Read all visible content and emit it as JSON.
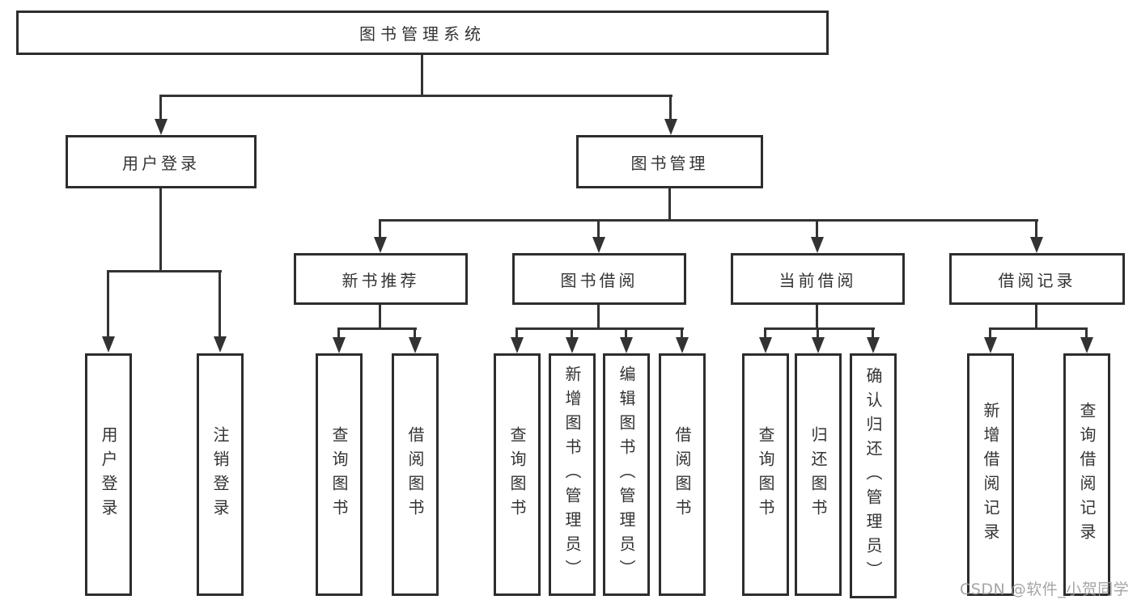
{
  "diagram": {
    "root": "图书管理系统",
    "level2": {
      "user_login": "用户登录",
      "book_management": "图书管理"
    },
    "level3": {
      "new_book_recommend": "新书推荐",
      "book_borrow": "图书借阅",
      "current_borrow": "当前借阅",
      "borrow_record": "借阅记录"
    },
    "leaves": {
      "user_login": [
        "用户登录",
        "注销登录"
      ],
      "new_book_recommend": [
        "查询图书",
        "借阅图书"
      ],
      "book_borrow": [
        "查询图书",
        "新增图书（管理员）",
        "编辑图书（管理员）",
        "借阅图书"
      ],
      "current_borrow": [
        "查询图书",
        "归还图书",
        "确认归还（管理员）"
      ],
      "borrow_record": [
        "新增借阅记录",
        "查询借阅记录"
      ]
    }
  },
  "watermark": "CSDN @软件_小贺同学",
  "colors": {
    "line": "#333333",
    "box_border": "#2d2d2d",
    "text": "#333333",
    "watermark": "#9c9c9c",
    "background": "#ffffff"
  }
}
